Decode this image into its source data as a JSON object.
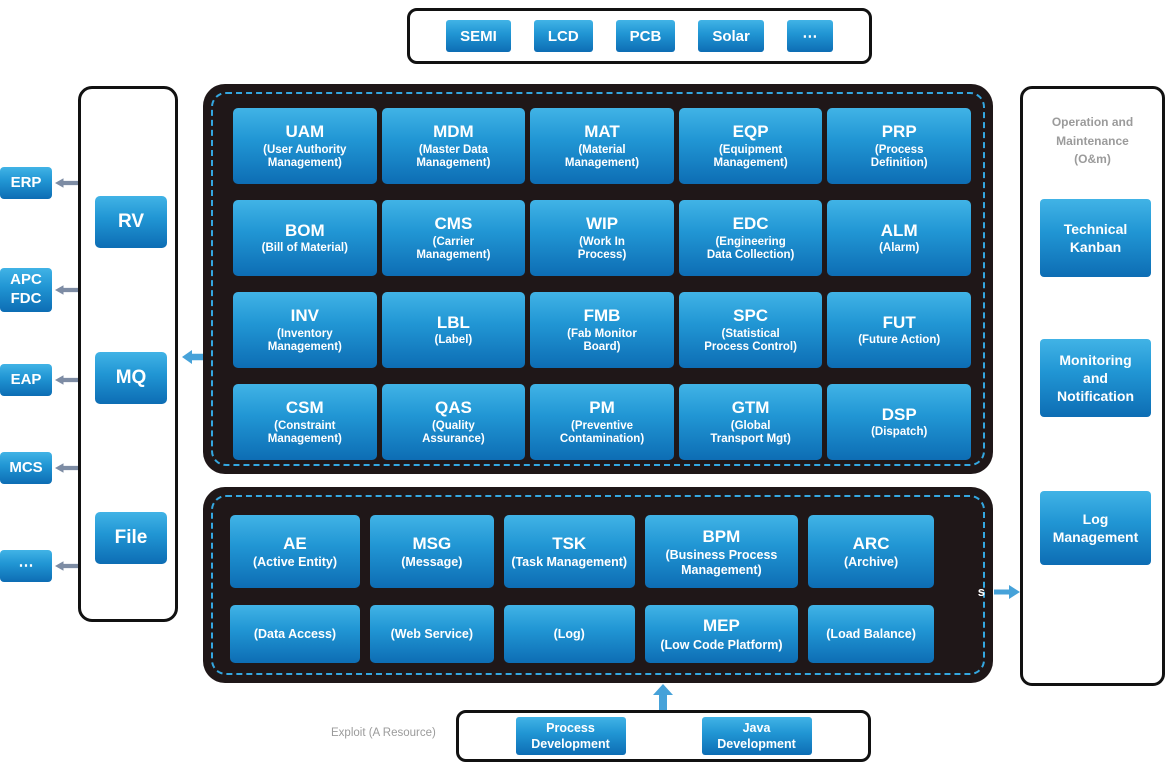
{
  "colors": {
    "module_blue_top": "#41b3e6",
    "module_blue_bottom": "#0d6db4",
    "dark_container": "#1f1718",
    "dashed_border": "#34a7e0",
    "arrow_gray": "#7d8ca4",
    "arrow_blue": "#46a2d9",
    "muted_text": "#9b9b9b"
  },
  "top_panel": {
    "items": [
      "SEMI",
      "LCD",
      "PCB",
      "Solar",
      "⋯"
    ]
  },
  "external_systems": {
    "items": [
      "ERP",
      "APC\nFDC",
      "EAP",
      "MCS",
      "⋯"
    ]
  },
  "middleware": {
    "items": [
      "RV",
      "MQ",
      "File"
    ]
  },
  "mes": {
    "modules": [
      {
        "abbr": "UAM",
        "name": "(User Authority\nManagement)"
      },
      {
        "abbr": "MDM",
        "name": "(Master Data\nManagement)"
      },
      {
        "abbr": "MAT",
        "name": "(Material\nManagement)"
      },
      {
        "abbr": "EQP",
        "name": "(Equipment\nManagement)"
      },
      {
        "abbr": "PRP",
        "name": "(Process\nDefinition)"
      },
      {
        "abbr": "BOM",
        "name": "(Bill of Material)"
      },
      {
        "abbr": "CMS",
        "name": "(Carrier\nManagement)"
      },
      {
        "abbr": "WIP",
        "name": "(Work In\nProcess)"
      },
      {
        "abbr": "EDC",
        "name": "(Engineering\nData Collection)"
      },
      {
        "abbr": "ALM",
        "name": "(Alarm)"
      },
      {
        "abbr": "INV",
        "name": "(Inventory\nManagement)"
      },
      {
        "abbr": "LBL",
        "name": "(Label)"
      },
      {
        "abbr": "FMB",
        "name": "(Fab Monitor\nBoard)"
      },
      {
        "abbr": "SPC",
        "name": "(Statistical\nProcess Control)"
      },
      {
        "abbr": "FUT",
        "name": "(Future Action)"
      },
      {
        "abbr": "CSM",
        "name": "(Constraint\nManagement)"
      },
      {
        "abbr": "QAS",
        "name": "(Quality\nAssurance)"
      },
      {
        "abbr": "PM",
        "name": "(Preventive\nContamination)"
      },
      {
        "abbr": "GTM",
        "name": "(Global\nTransport Mgt)"
      },
      {
        "abbr": "DSP",
        "name": "(Dispatch)"
      }
    ]
  },
  "framework": {
    "modules": [
      {
        "abbr": "AE",
        "name": "(Active Entity)"
      },
      {
        "abbr": "MSG",
        "name": "(Message)"
      },
      {
        "abbr": "TSK",
        "name": "(Task Management)"
      },
      {
        "abbr": "BPM",
        "name": "(Business Process\nManagement)"
      },
      {
        "abbr": "ARC",
        "name": "(Archive)"
      },
      {
        "abbr": "",
        "name": "(Data Access)"
      },
      {
        "abbr": "",
        "name": "(Web Service)"
      },
      {
        "abbr": "",
        "name": "(Log)"
      },
      {
        "abbr": "MEP",
        "name": "(Low Code Platform)"
      },
      {
        "abbr": "",
        "name": "(Load Balance)"
      }
    ],
    "edge_label": "s"
  },
  "right_panel": {
    "title": "Operation and\nMaintenance\n(O&m)",
    "items": [
      "Technical\nKanban",
      "Monitoring\nand\nNotification",
      "Log\nManagement"
    ]
  },
  "bottom_panel": {
    "caption": "Exploit (A Resource)",
    "items": [
      "Process\nDevelopment",
      "Java\nDevelopment"
    ]
  }
}
